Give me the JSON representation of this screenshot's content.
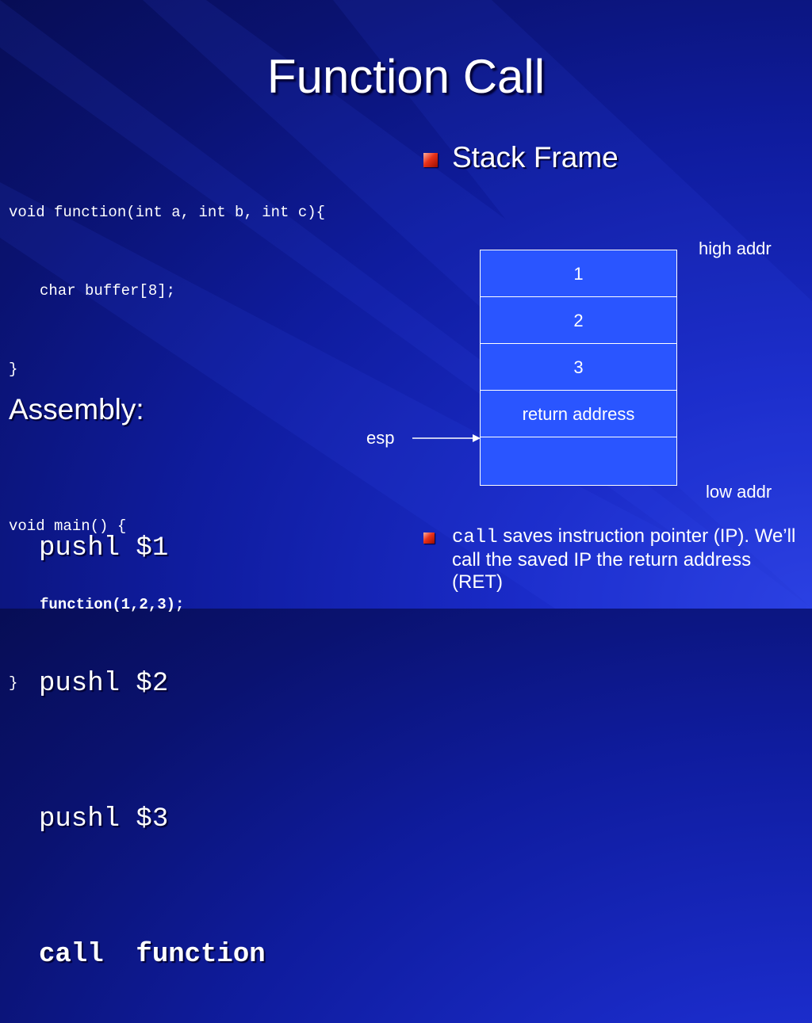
{
  "slide": {
    "title": "Function Call"
  },
  "code": {
    "lines": [
      "void function(int a, int b, int c){",
      "char buffer[8];",
      "}",
      "void main() {",
      "function(1,2,3);",
      "}"
    ]
  },
  "assembly": {
    "label": "Assembly:",
    "lines": [
      "pushl $1",
      "pushl $2",
      "pushl $3",
      "call  function"
    ]
  },
  "stack": {
    "title": "Stack Frame",
    "high_label": "high addr",
    "low_label": "low addr",
    "esp_label": "esp",
    "cells": [
      "1",
      "2",
      "3",
      "return address",
      ""
    ]
  },
  "note": {
    "code_word": "call",
    "text": " saves instruction pointer (IP). We’ll call the saved IP the return address (RET)"
  },
  "colors": {
    "background": "#0f1c9e",
    "stack_fill": "#2a55ff",
    "bullet": "#e8321a",
    "text": "#ffffff"
  }
}
